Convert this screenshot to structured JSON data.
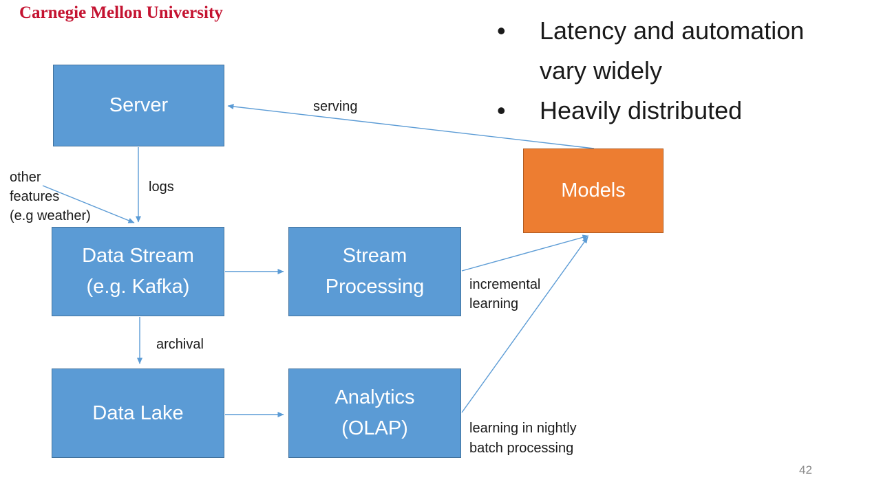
{
  "header": {
    "logo_text": "Carnegie Mellon University",
    "logo_color": "#C41230"
  },
  "bullets": {
    "items": [
      "Latency and automation vary widely",
      "Heavily distributed"
    ]
  },
  "diagram": {
    "nodes": {
      "server": {
        "label": "Server"
      },
      "models": {
        "label": "Models"
      },
      "data_stream": {
        "line1": "Data Stream",
        "line2": "(e.g. Kafka)"
      },
      "stream_processing": {
        "line1": "Stream",
        "line2": "Processing"
      },
      "data_lake": {
        "label": "Data Lake"
      },
      "analytics": {
        "line1": "Analytics",
        "line2": "(OLAP)"
      }
    },
    "edge_labels": {
      "serving": "serving",
      "logs": "logs",
      "other_features": {
        "line1": "other",
        "line2": "features",
        "line3": "(e.g weather)"
      },
      "archival": "archival",
      "incremental": {
        "line1": "incremental",
        "line2": "learning"
      },
      "nightly": {
        "line1": "learning in nightly",
        "line2": "batch processing"
      }
    }
  },
  "footer": {
    "page_number": "42"
  },
  "colors": {
    "node_blue_fill": "#5B9BD5",
    "node_blue_border": "#41719C",
    "node_orange_fill": "#ED7D31",
    "node_orange_border": "#AE5A21",
    "arrow": "#5B9BD5",
    "node_text": "#FFFFFF",
    "body_text": "#1a1a1a",
    "page_number_gray": "#8A8A8A",
    "logo_red": "#C41230"
  }
}
